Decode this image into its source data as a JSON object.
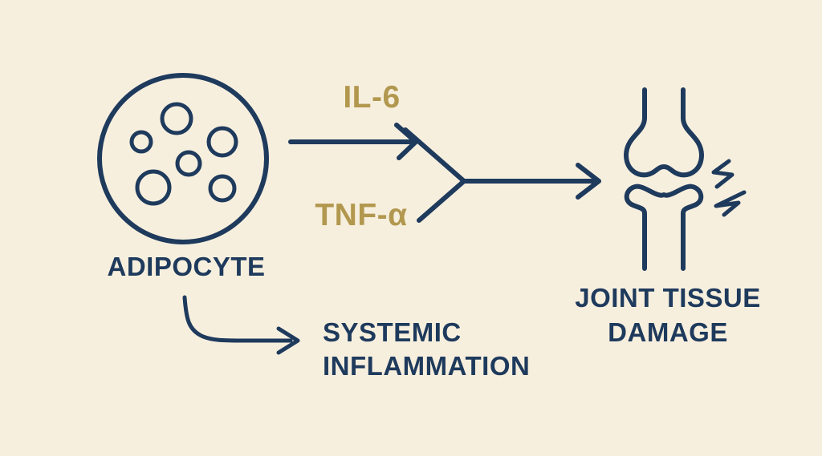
{
  "colors": {
    "background": "#f7efde",
    "navy": "#1e3a5c",
    "gold": "#b2984f"
  },
  "labels": {
    "adipocyte": "ADIPOCYTE",
    "il6": "IL-6",
    "tnf_alpha": "TNF-α",
    "joint_damage_line1": "JOINT TISSUE",
    "joint_damage_line2": "DAMAGE",
    "systemic_line1": "SYSTEMIC",
    "systemic_line2": "INFLAMMATION"
  },
  "icons": {
    "adipocyte": "adipocyte-cell-icon",
    "joint": "knee-joint-icon",
    "pain": "pain-zigzag-icon",
    "il6_arrow": "il6-arrow",
    "tnf_arrow": "tnf-merge-chevron",
    "main_arrow": "joint-damage-arrow",
    "systemic_arrow": "systemic-inflammation-arrow"
  }
}
